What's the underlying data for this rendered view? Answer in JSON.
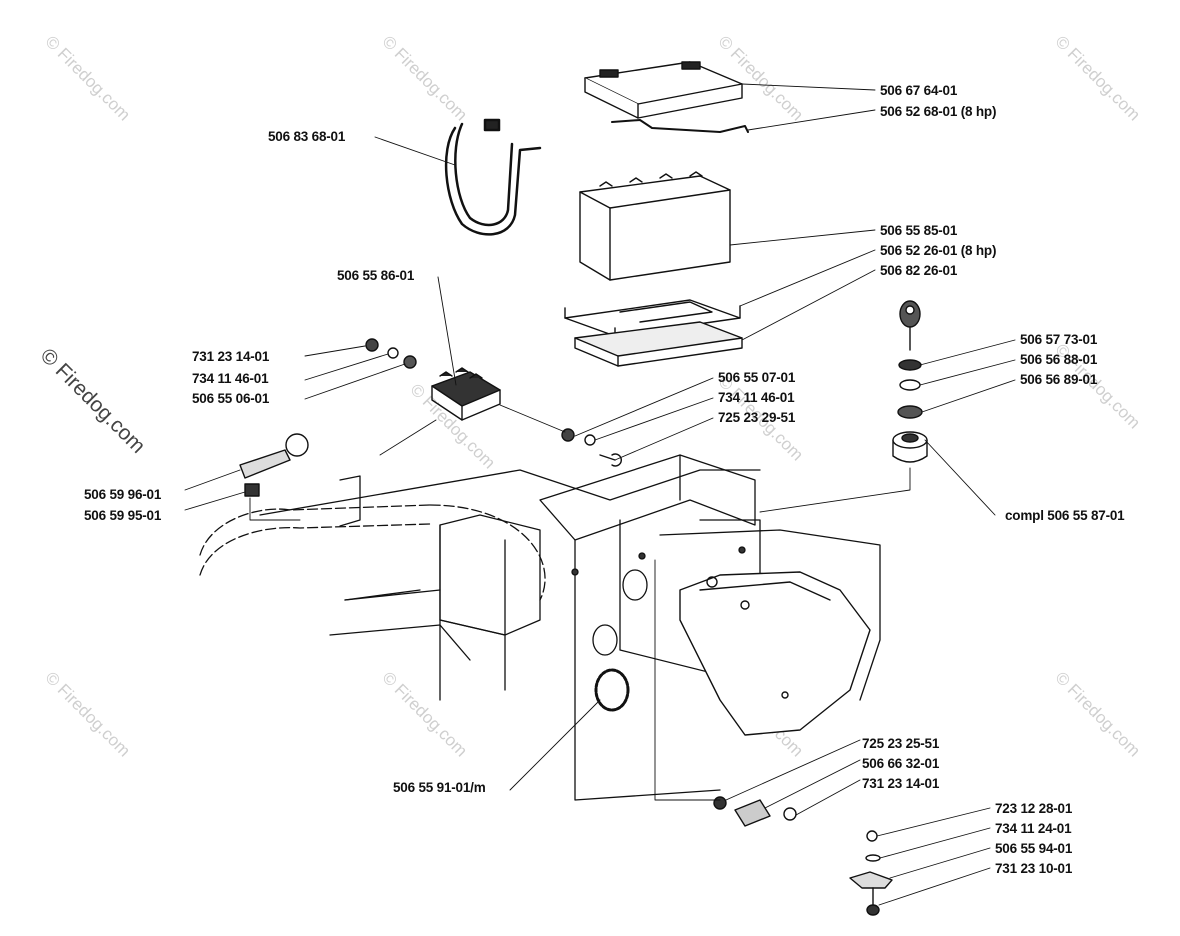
{
  "watermark": {
    "text": "© Firedog.com"
  },
  "parts": {
    "battery_cover": "506 67 64-01",
    "hold_down_8hp": "506 52 68-01 (8 hp)",
    "strap": "506 83 68-01",
    "battery": "506 55 85-01",
    "tray_8hp": "506 52 26-01 (8 hp)",
    "tray_pad": "506 82 26-01",
    "relay": "506 55 86-01",
    "nut_a": "731 23 14-01",
    "washer_a": "734 11 46-01",
    "nut_b": "506 55 06-01",
    "nut_c": "506 55 07-01",
    "washer_b": "734 11 46-01",
    "screw_a": "725 23 29-51",
    "key": "506 57 73-01",
    "ign_nut": "506 56 88-01",
    "ign_washer": "506 56 89-01",
    "ignition_switch": "compl 506 55 87-01",
    "choke_knob": "506 59 96-01",
    "choke_nut": "506 59 95-01",
    "grommet": "506 55 91-01/m",
    "screw_b": "725 23 25-51",
    "cable_clip": "506 66 32-01",
    "nut_d": "731 23 14-01",
    "screw_c": "723 12 28-01",
    "washer_c": "734 11 24-01",
    "bracket": "506 55 94-01",
    "nut_e": "731 23 10-01"
  }
}
